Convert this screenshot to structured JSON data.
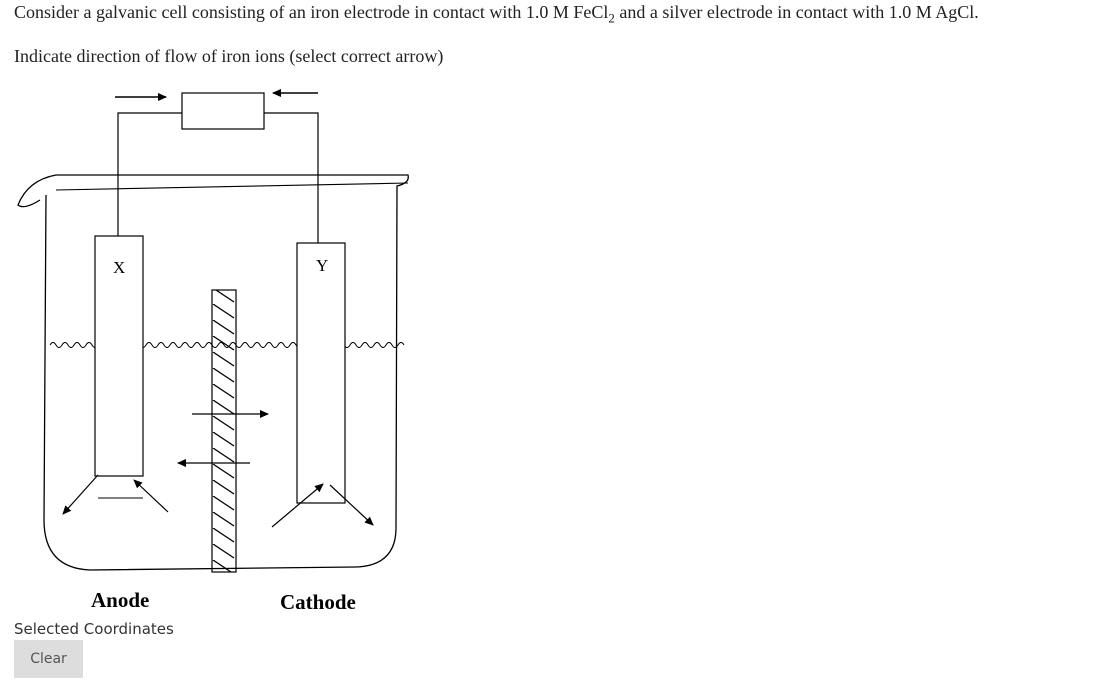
{
  "question": {
    "line1_a": "Consider a galvanic cell consisting of an iron electrode in contact with 1.0 M FeCl",
    "line1_sub": "2",
    "line1_b": " and a silver electrode in contact with 1.0 M AgCl.",
    "line2": "Indicate direction of flow of iron ions (select correct arrow)"
  },
  "diagram": {
    "electrode_left_label": "X",
    "electrode_right_label": "Y",
    "anode_label": "Anode",
    "cathode_label": "Cathode"
  },
  "footer": {
    "selected_coordinates_label": "Selected Coordinates",
    "clear_label": "Clear"
  }
}
